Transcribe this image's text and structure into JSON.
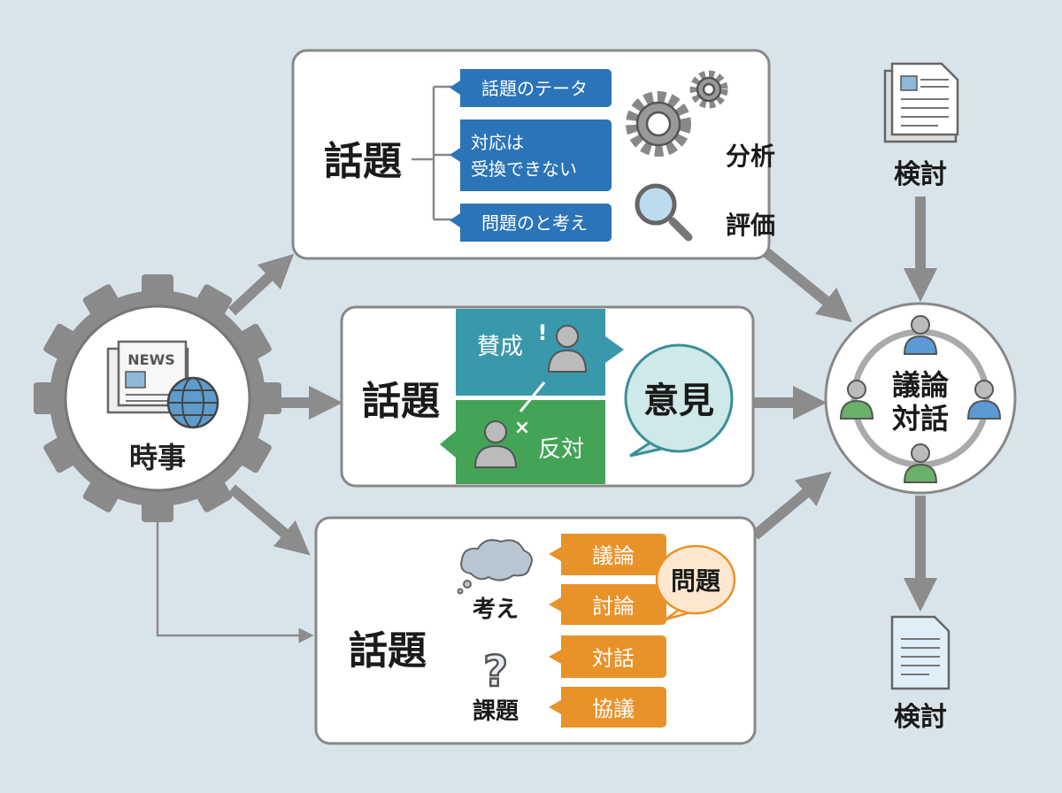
{
  "center": {
    "label": "時事",
    "news_label": "NEWS"
  },
  "top_box": {
    "title": "話題",
    "tags": [
      "話題のテータ",
      "対応は",
      "受換できない",
      "問題のと考え"
    ],
    "analysis_label": "分析",
    "evaluation_label": "評価"
  },
  "middle_box": {
    "title": "話題",
    "agree_label": "賛成",
    "exclaim": "!",
    "disagree_label": "反対",
    "cross": "×",
    "opinion_label": "意見"
  },
  "bottom_box": {
    "title": "話題",
    "thought_label": "考え",
    "question_mark": "?",
    "issue_label": "課題",
    "tags": [
      "議論",
      "討論",
      "対話",
      "協議"
    ],
    "bubble_label": "問題"
  },
  "hub": {
    "line1": "議論",
    "line2": "対話"
  },
  "top_doc": {
    "label": "検討"
  },
  "bottom_doc": {
    "label": "検討"
  },
  "colors": {
    "blue": "#2b74b8",
    "teal": "#3a98ab",
    "green": "#43a457",
    "orange": "#e8922a",
    "arrow": "#8c8c8c"
  }
}
